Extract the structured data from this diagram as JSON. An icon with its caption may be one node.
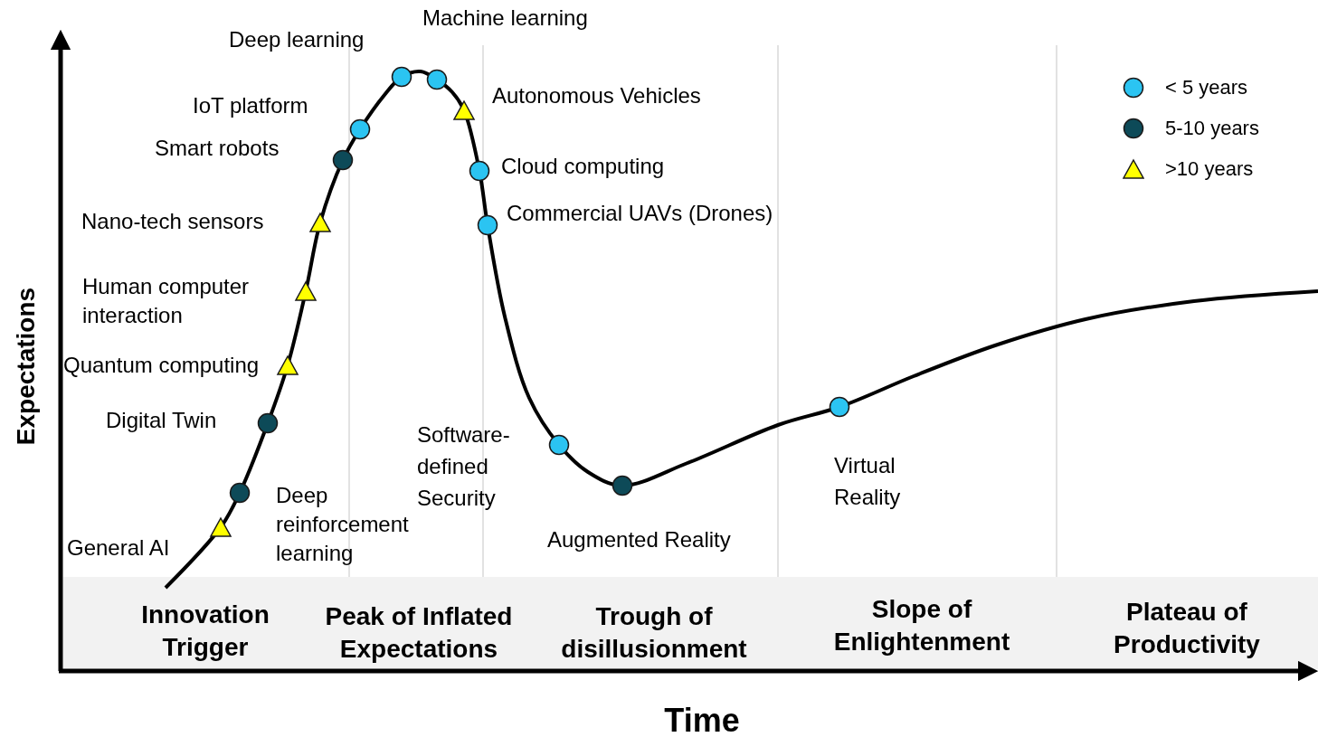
{
  "diagram": {
    "nodes": [
      {
        "text": [],
        "shape": "triangle",
        "beside": [
          "General AI"
        ]
      },
      {
        "text": [],
        "shape": "circle",
        "beside": [
          "Deep reinforcement learning"
        ]
      },
      {
        "text": [],
        "shape": "circle",
        "beside": [
          "Digital Twin"
        ]
      },
      {
        "text": [],
        "shape": "triangle",
        "beside": [
          "Quantum computing"
        ]
      },
      {
        "text": [],
        "shape": "triangle",
        "beside": [
          "Human computer interaction"
        ]
      },
      {
        "text": [],
        "shape": "triangle",
        "beside": [
          "Nano-tech sensors"
        ]
      },
      {
        "text": [],
        "shape": "circle",
        "beside": [
          "Smart robots"
        ]
      },
      {
        "text": [],
        "shape": "circle",
        "beside": [
          "IoT platform"
        ]
      },
      {
        "text": [],
        "shape": "circle",
        "beside": [
          "Deep learning"
        ]
      },
      {
        "text": [],
        "shape": "circle",
        "beside": [
          "Machine learning"
        ]
      },
      {
        "text": [],
        "shape": "triangle",
        "beside": [
          "Autonomous Vehicles"
        ]
      },
      {
        "text": [],
        "shape": "circle",
        "beside": [
          "Cloud computing"
        ]
      },
      {
        "text": [],
        "shape": "circle",
        "beside": [
          "Commercial UAVs (Drones)"
        ]
      },
      {
        "text": [],
        "shape": "circle",
        "beside": [
          "Software-defined Security"
        ]
      },
      {
        "text": [],
        "shape": "circle",
        "beside": [
          "Augmented Reality"
        ]
      },
      {
        "text": [],
        "shape": "circle",
        "beside": [
          "Virtual Reality"
        ]
      }
    ],
    "labels": [
      "Expectations",
      "Innovation Trigger",
      "Peak of Inflated Expectations",
      "Trough of disillusionment",
      "Slope of Enlightenment",
      "Plateau of Productivity",
      "Time"
    ],
    "legend": [
      {
        "text": "< 5 years",
        "color": "#2bc4f2"
      },
      {
        "text": "5-10 years",
        "color": "#0d4a58"
      },
      {
        "text": ">10 years",
        "color": "#ffff00"
      }
    ]
  }
}
